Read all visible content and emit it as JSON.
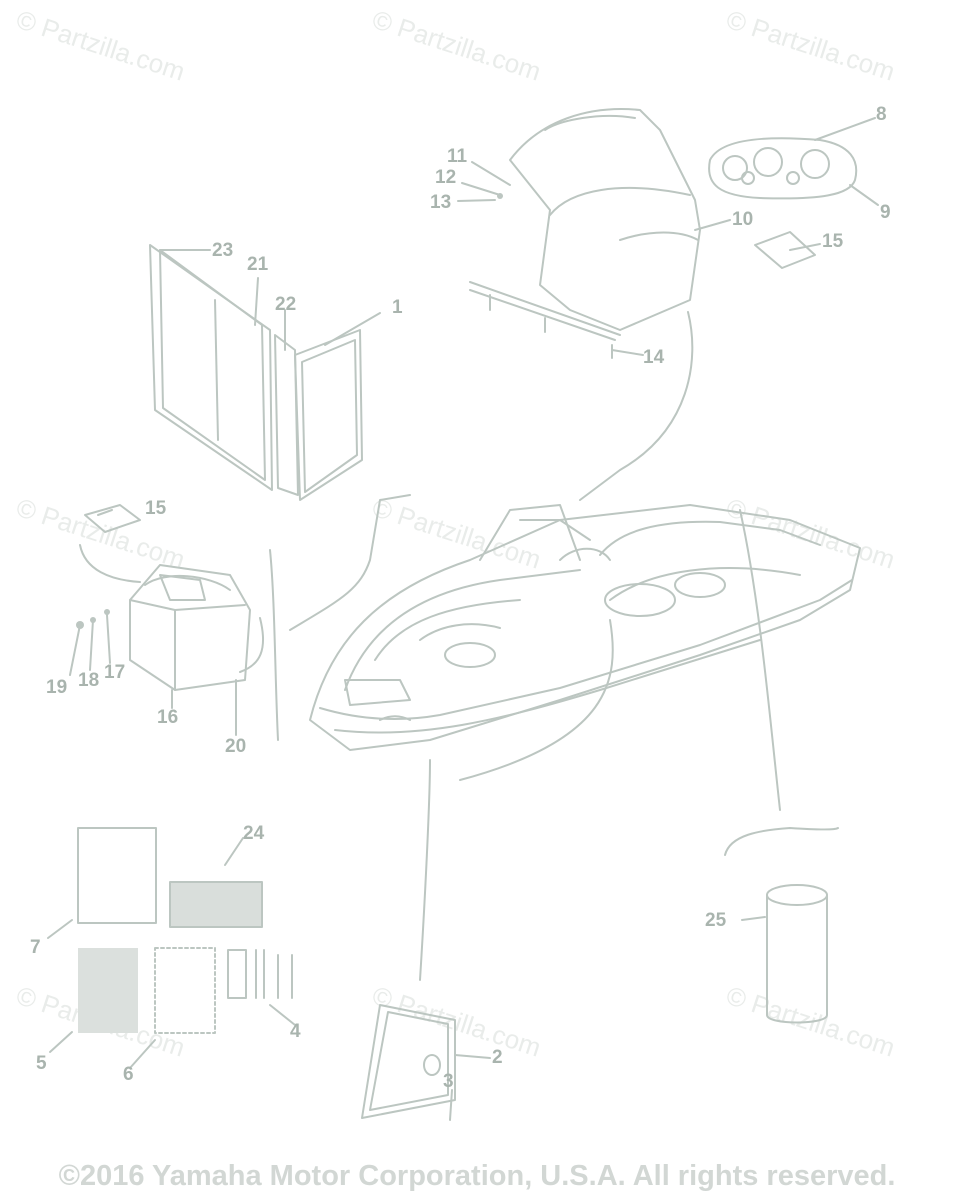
{
  "watermark": "© Partzilla.com",
  "copyright": "©2016 Yamaha Motor Corporation, U.S.A. All rights reserved.",
  "parts": {
    "p1": "1",
    "p2": "2",
    "p3": "3",
    "p4": "4",
    "p5": "5",
    "p6": "6",
    "p7": "7",
    "p8": "8",
    "p9": "9",
    "p10": "10",
    "p11": "11",
    "p12": "12",
    "p13": "13",
    "p14": "14",
    "p15a": "15",
    "p15b": "15",
    "p16": "16",
    "p17": "17",
    "p18": "18",
    "p19": "19",
    "p20": "20",
    "p21": "21",
    "p22": "22",
    "p23": "23",
    "p24": "24",
    "p25": "25"
  },
  "colors": {
    "line": "#bcc6c1",
    "label": "#a9b4ae",
    "watermark": "#e9ecea",
    "copyright": "#d2d7d4"
  }
}
